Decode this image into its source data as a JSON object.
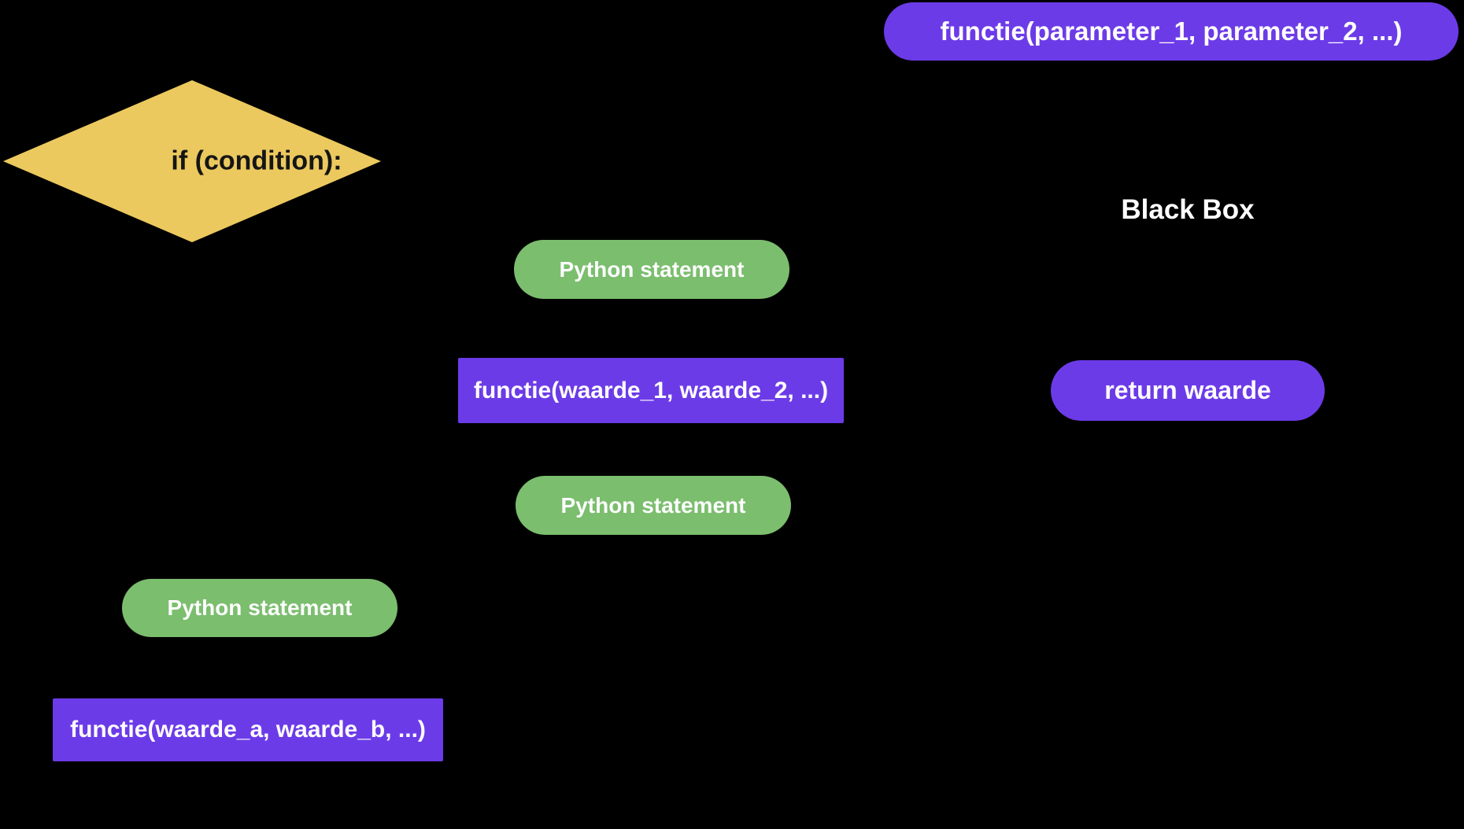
{
  "background": "#000000",
  "colors": {
    "purple": "#6C3BE8",
    "green": "#7BBE6E",
    "yellow": "#ECC95E",
    "light_text": "#FDFDFD",
    "dark_text": "#151515"
  },
  "diagram": {
    "function_signature_pill": {
      "label": "functie(parameter_1, parameter_2, ...)"
    },
    "if_condition_diamond": {
      "label": "if (condition):"
    },
    "python_statement_label": "Python statement",
    "function_call_numeric": {
      "label": "functie(waarde_1, waarde_2, ...)"
    },
    "black_box": {
      "label": "Black Box"
    },
    "return_value_pill": {
      "label": "return waarde"
    },
    "function_call_letters": {
      "label": "functie(waarde_a, waarde_b, ...)"
    }
  }
}
